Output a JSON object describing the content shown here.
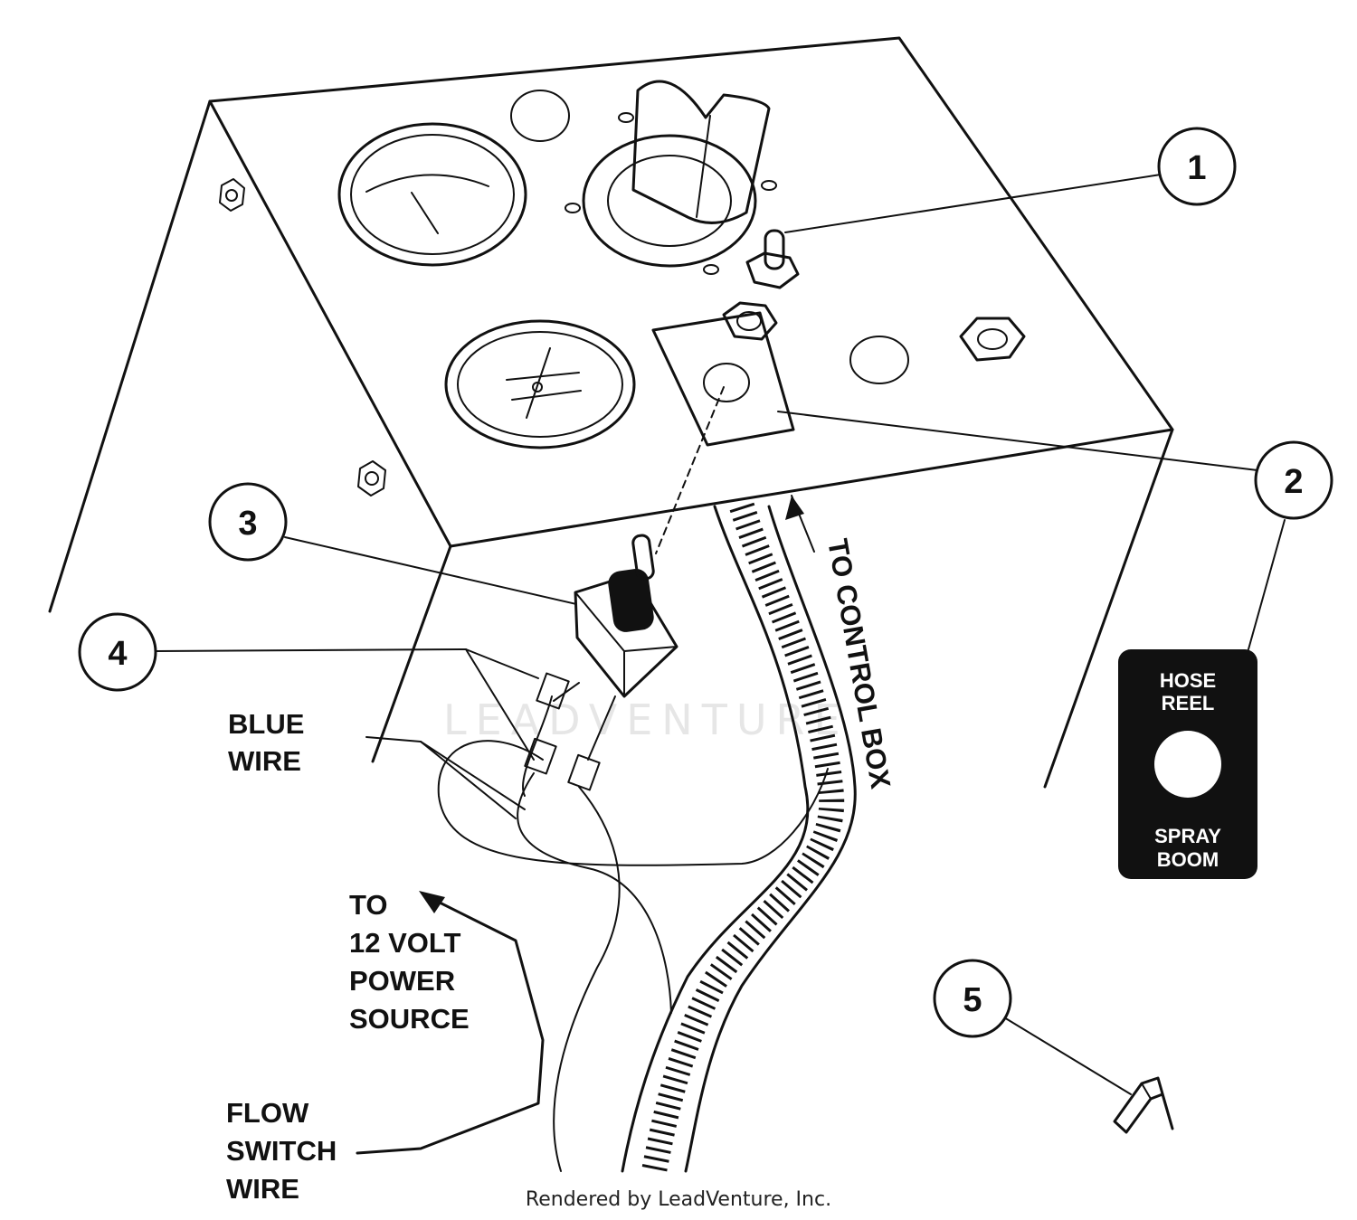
{
  "callouts": [
    {
      "id": "1",
      "label": "1"
    },
    {
      "id": "2",
      "label": "2"
    },
    {
      "id": "3",
      "label": "3"
    },
    {
      "id": "4",
      "label": "4"
    },
    {
      "id": "5",
      "label": "5"
    }
  ],
  "labels": {
    "blue_wire": [
      "BLUE",
      "WIRE"
    ],
    "to_power": [
      "TO",
      "12 VOLT",
      "POWER",
      "SOURCE"
    ],
    "flow_switch": [
      "FLOW",
      "SWITCH",
      "WIRE"
    ],
    "to_control_box": "TO CONTROL BOX"
  },
  "decal": {
    "top": [
      "HOSE",
      "REEL"
    ],
    "bottom": [
      "SPRAY",
      "BOOM"
    ],
    "color": "#111111"
  },
  "watermark": "LEADVENTURE",
  "credit": "Rendered by LeadVenture, Inc."
}
